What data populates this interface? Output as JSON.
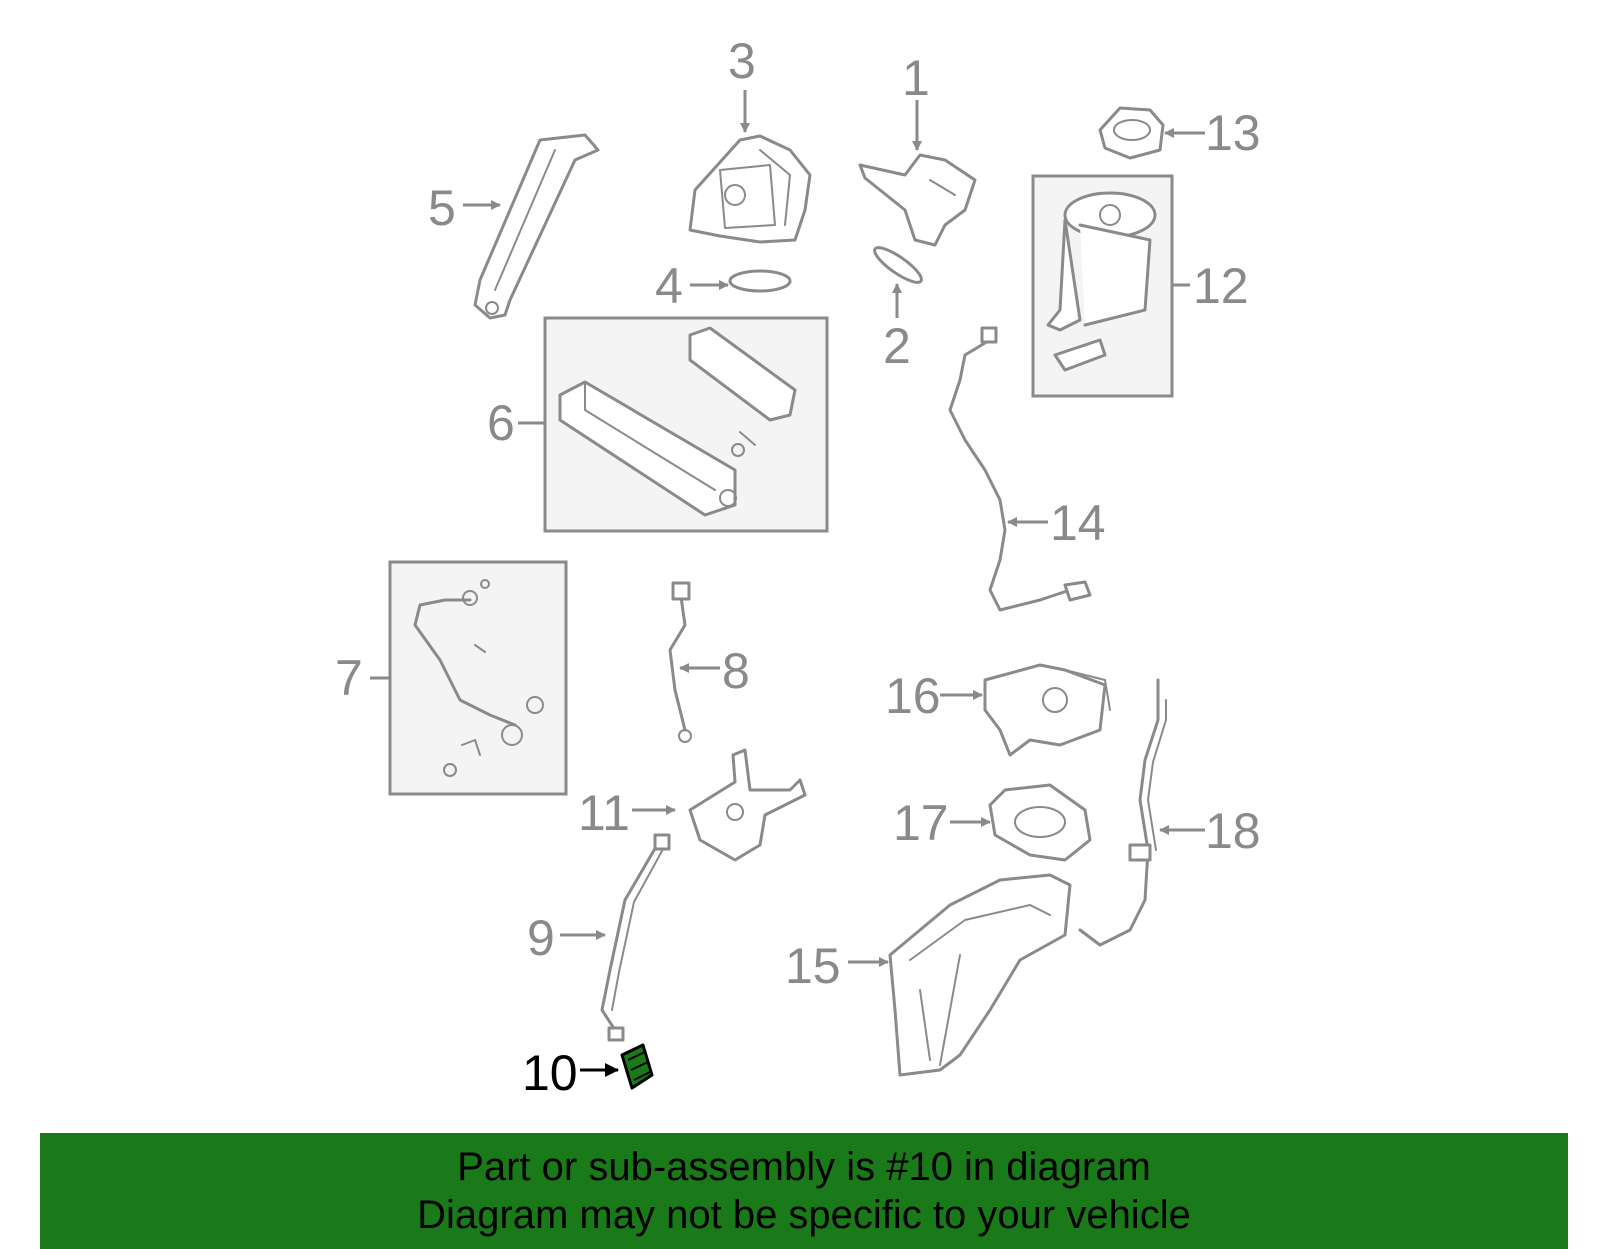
{
  "callouts": {
    "c1": "1",
    "c2": "2",
    "c3": "3",
    "c4": "4",
    "c5": "5",
    "c6": "6",
    "c7": "7",
    "c8": "8",
    "c9": "9",
    "c10": "10",
    "c11": "11",
    "c12": "12",
    "c13": "13",
    "c14": "14",
    "c15": "15",
    "c16": "16",
    "c17": "17",
    "c18": "18"
  },
  "highlight": {
    "part": "10",
    "color": "#1a7a1a"
  },
  "colors": {
    "line": "#8a8a8a",
    "box_fill": "#f4f4f4",
    "banner": "#1a7a1a",
    "highlight_text": "#000000"
  },
  "banner": {
    "line1": "Part or sub-assembly is #10 in diagram",
    "line2": "Diagram may not be specific to your vehicle"
  }
}
